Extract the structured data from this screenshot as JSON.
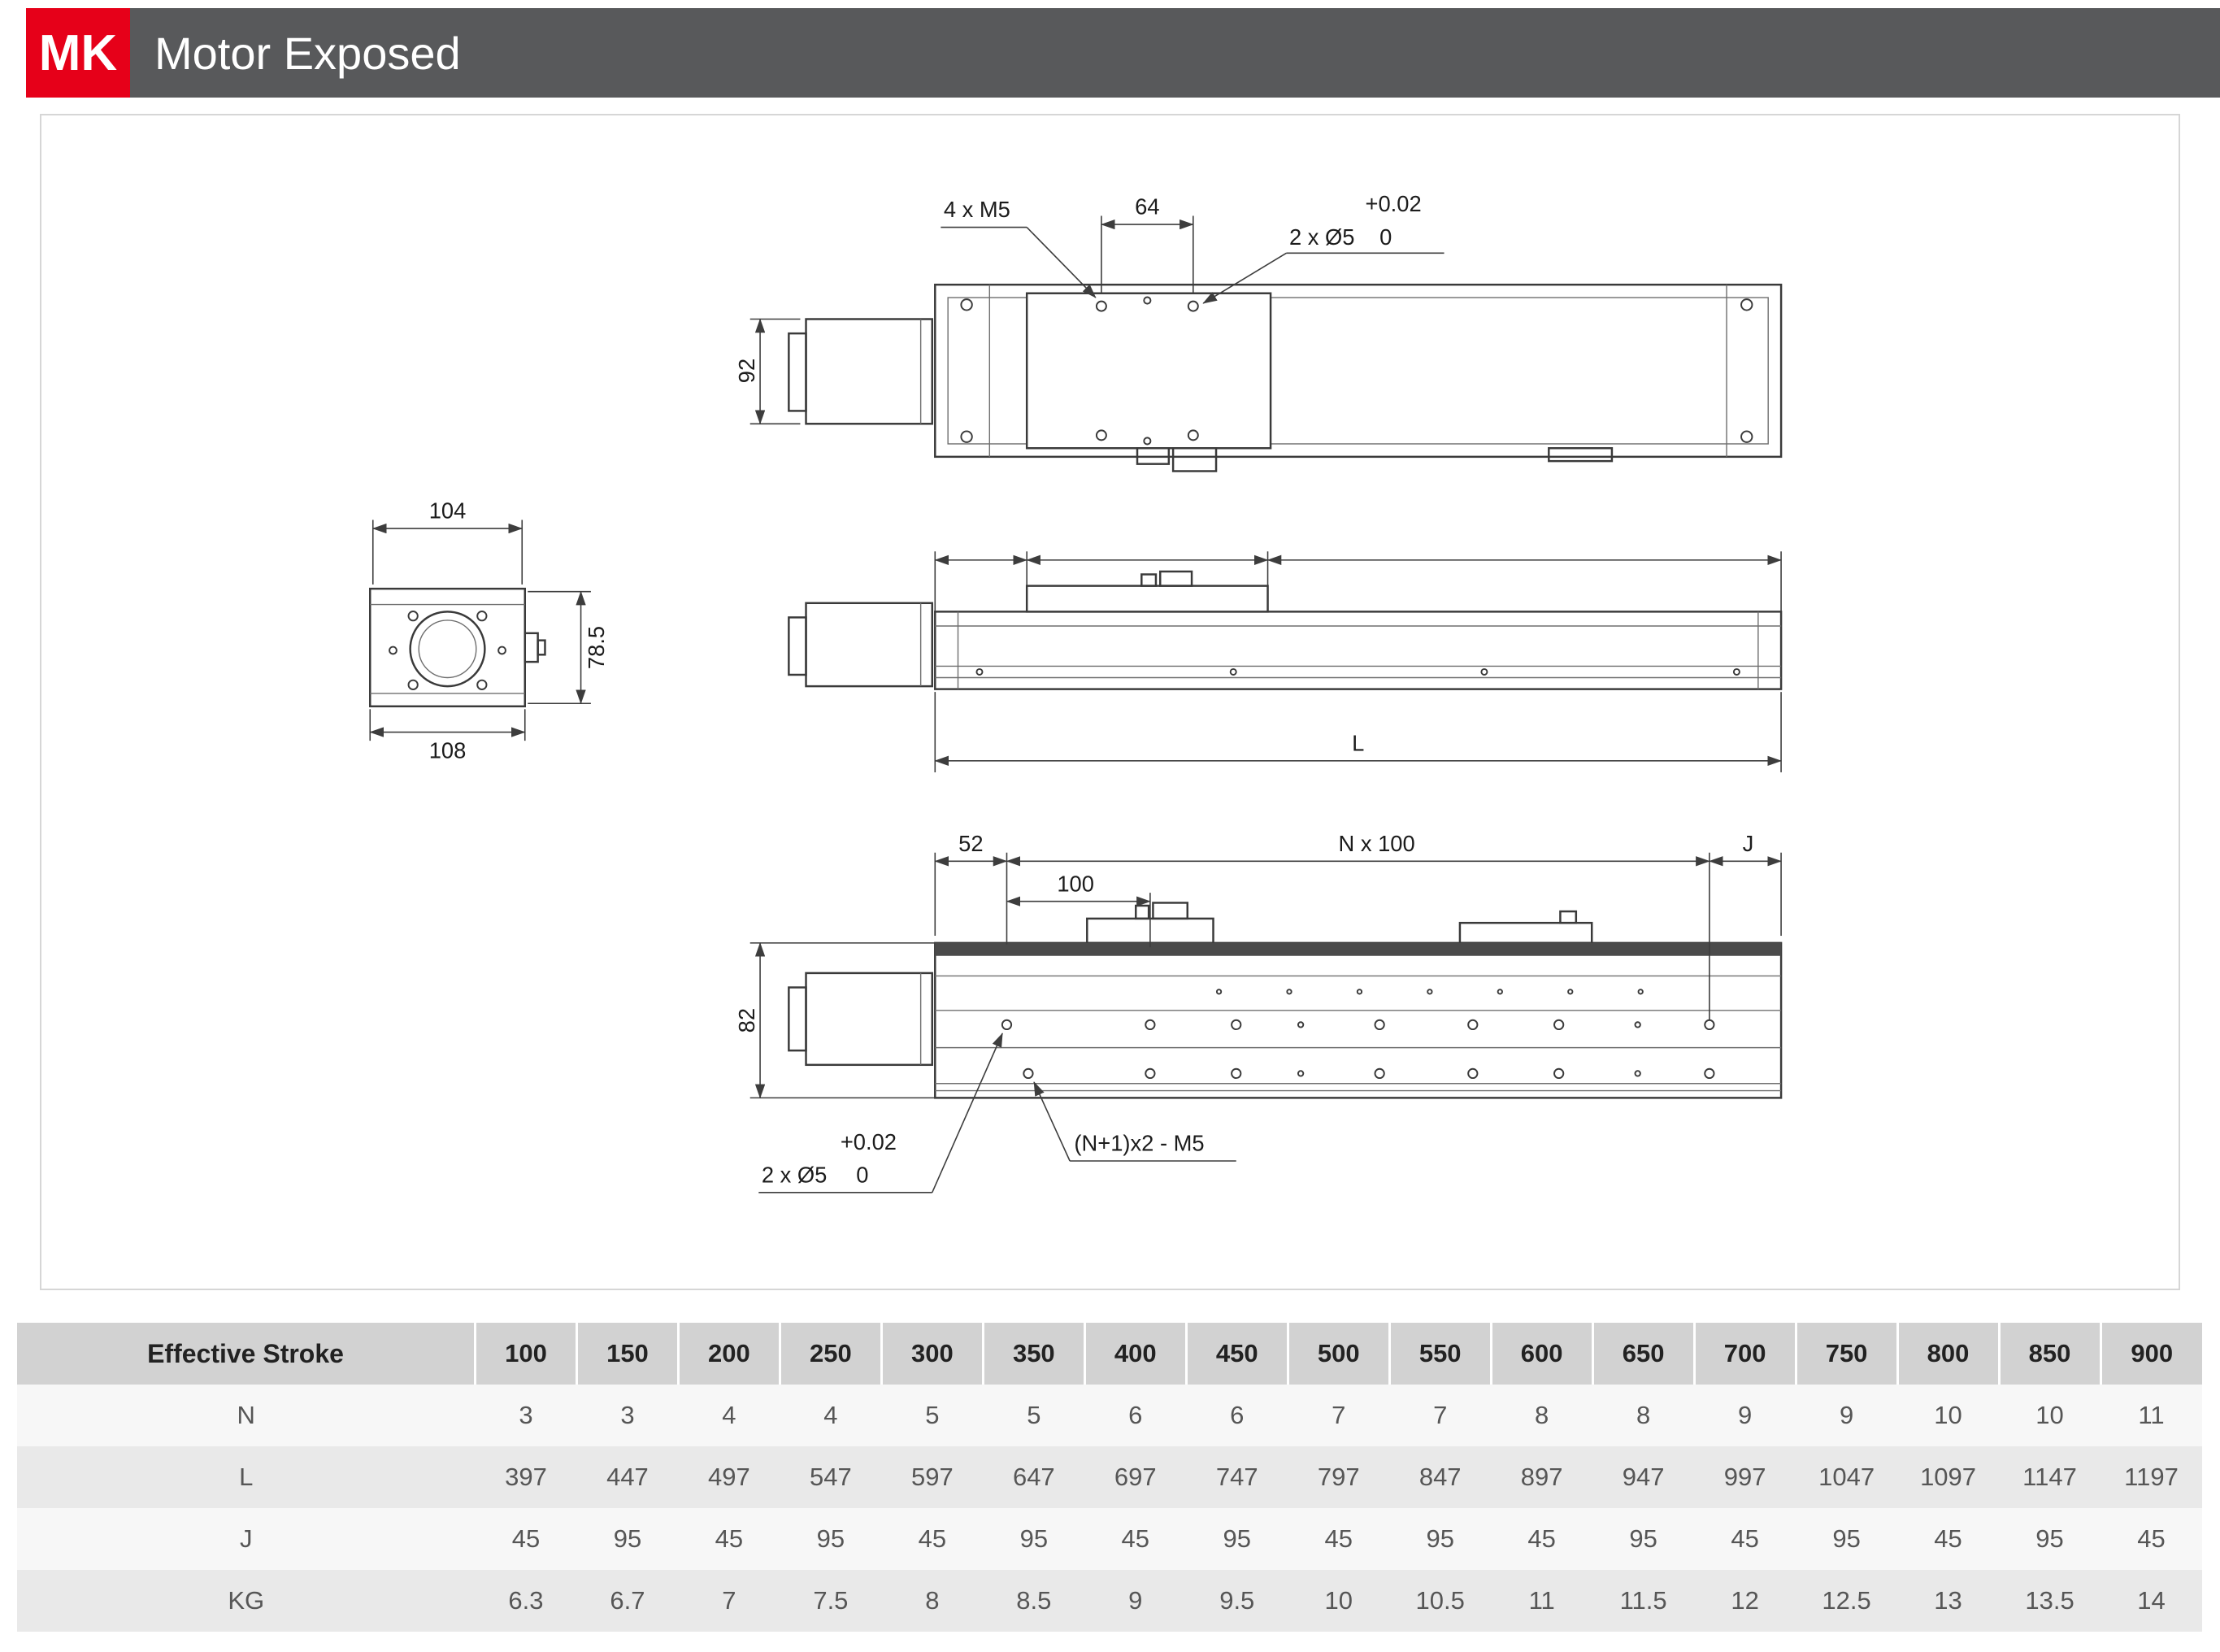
{
  "header": {
    "badge": "MK",
    "title": "Motor Exposed"
  },
  "colors": {
    "brand_red": "#e60019",
    "header_gray": "#58595b"
  },
  "drawing": {
    "top_view": {
      "thread_callout": "4 x M5",
      "dim_spacing": "64",
      "tol_upper": "+0.02",
      "pin_callout": "2 x Ø5",
      "tol_lower": "0",
      "dim_height": "92"
    },
    "end_view": {
      "dim_top_width": "104",
      "dim_bottom_width": "108",
      "dim_height": "78.5"
    },
    "side_view": {
      "dim_length": "L"
    },
    "bottom_view": {
      "dim_offset": "52",
      "dim_pitch": "N x 100",
      "dim_end": "J",
      "dim_first": "100",
      "dim_width": "82",
      "tol_upper": "+0.02",
      "pin_callout": "2 x Ø5",
      "tol_lower": "0",
      "thread_callout": "(N+1)x2 - M5"
    }
  },
  "table": {
    "header_label": "Effective Stroke",
    "strokes": [
      "100",
      "150",
      "200",
      "250",
      "300",
      "350",
      "400",
      "450",
      "500",
      "550",
      "600",
      "650",
      "700",
      "750",
      "800",
      "850",
      "900"
    ],
    "rows": [
      {
        "label": "N",
        "values": [
          "3",
          "3",
          "4",
          "4",
          "5",
          "5",
          "6",
          "6",
          "7",
          "7",
          "8",
          "8",
          "9",
          "9",
          "10",
          "10",
          "11"
        ]
      },
      {
        "label": "L",
        "values": [
          "397",
          "447",
          "497",
          "547",
          "597",
          "647",
          "697",
          "747",
          "797",
          "847",
          "897",
          "947",
          "997",
          "1047",
          "1097",
          "1147",
          "1197"
        ]
      },
      {
        "label": "J",
        "values": [
          "45",
          "95",
          "45",
          "95",
          "45",
          "95",
          "45",
          "95",
          "45",
          "95",
          "45",
          "95",
          "45",
          "95",
          "45",
          "95",
          "45"
        ]
      },
      {
        "label": "KG",
        "values": [
          "6.3",
          "6.7",
          "7",
          "7.5",
          "8",
          "8.5",
          "9",
          "9.5",
          "10",
          "10.5",
          "11",
          "11.5",
          "12",
          "12.5",
          "13",
          "13.5",
          "14"
        ]
      }
    ]
  }
}
